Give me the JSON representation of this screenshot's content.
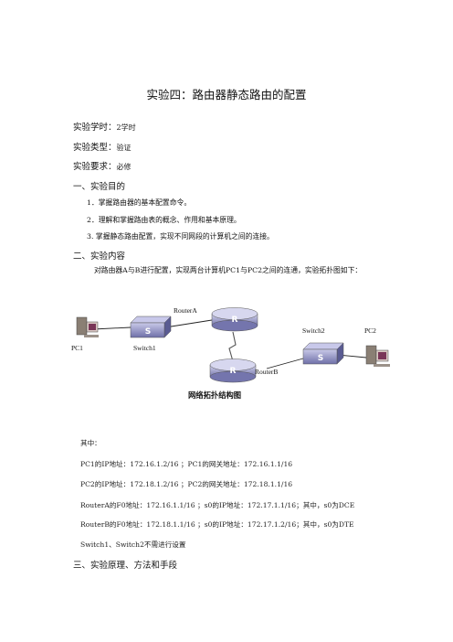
{
  "doc": {
    "title": "实验四：路由器静态路由的配置",
    "meta": [
      {
        "label": "实验学时：",
        "value": "2学时"
      },
      {
        "label": "实验类型：",
        "value": "验证"
      },
      {
        "label": "实验要求：",
        "value": "必修"
      }
    ],
    "section1": {
      "heading": "一、实验目的",
      "items": [
        "1．掌握路由器的基本配置命令。",
        "2．理解和掌握路由表的概念、作用和基本原理。",
        "3. 掌握静态路由配置，实现不同网段的计算机之间的连接。"
      ]
    },
    "section2": {
      "heading": "二、实验内容",
      "intro": "对路由器A与B进行配置，实现两台计算机PC1与PC2之间的连通，实验拓扑图如下："
    },
    "diagram": {
      "labels": {
        "router_a": "RouterA",
        "router_b": "RouterB",
        "switch1": "Switch1",
        "switch2": "Switch2",
        "pc1": "PC1",
        "pc2": "PC2",
        "router_glyph": "R",
        "switch_glyph": "S"
      },
      "caption": "网络拓扑结构图"
    },
    "config": {
      "intro": "其中：",
      "lines": [
        "PC1的IP地址：172.16.1.2/16 ；PC1的网关地址：172.16.1.1/16",
        "PC2的IP地址：172.18.1.2/16 ；PC2的网关地址：172.18.1.1/16",
        "RouterA的F0地址：172.16.1.1/16 ；s0的IP地址：172.17.1.1/16；其中，s0为DCE",
        "RouterB的F0地址：172.18.1.1/16 ；s0的IP地址：172.17.1.2/16；其中，s0为DTE",
        "Switch1、Switch2不需进行设置"
      ]
    },
    "section3": {
      "heading": "三、实验原理、方法和手段"
    }
  }
}
